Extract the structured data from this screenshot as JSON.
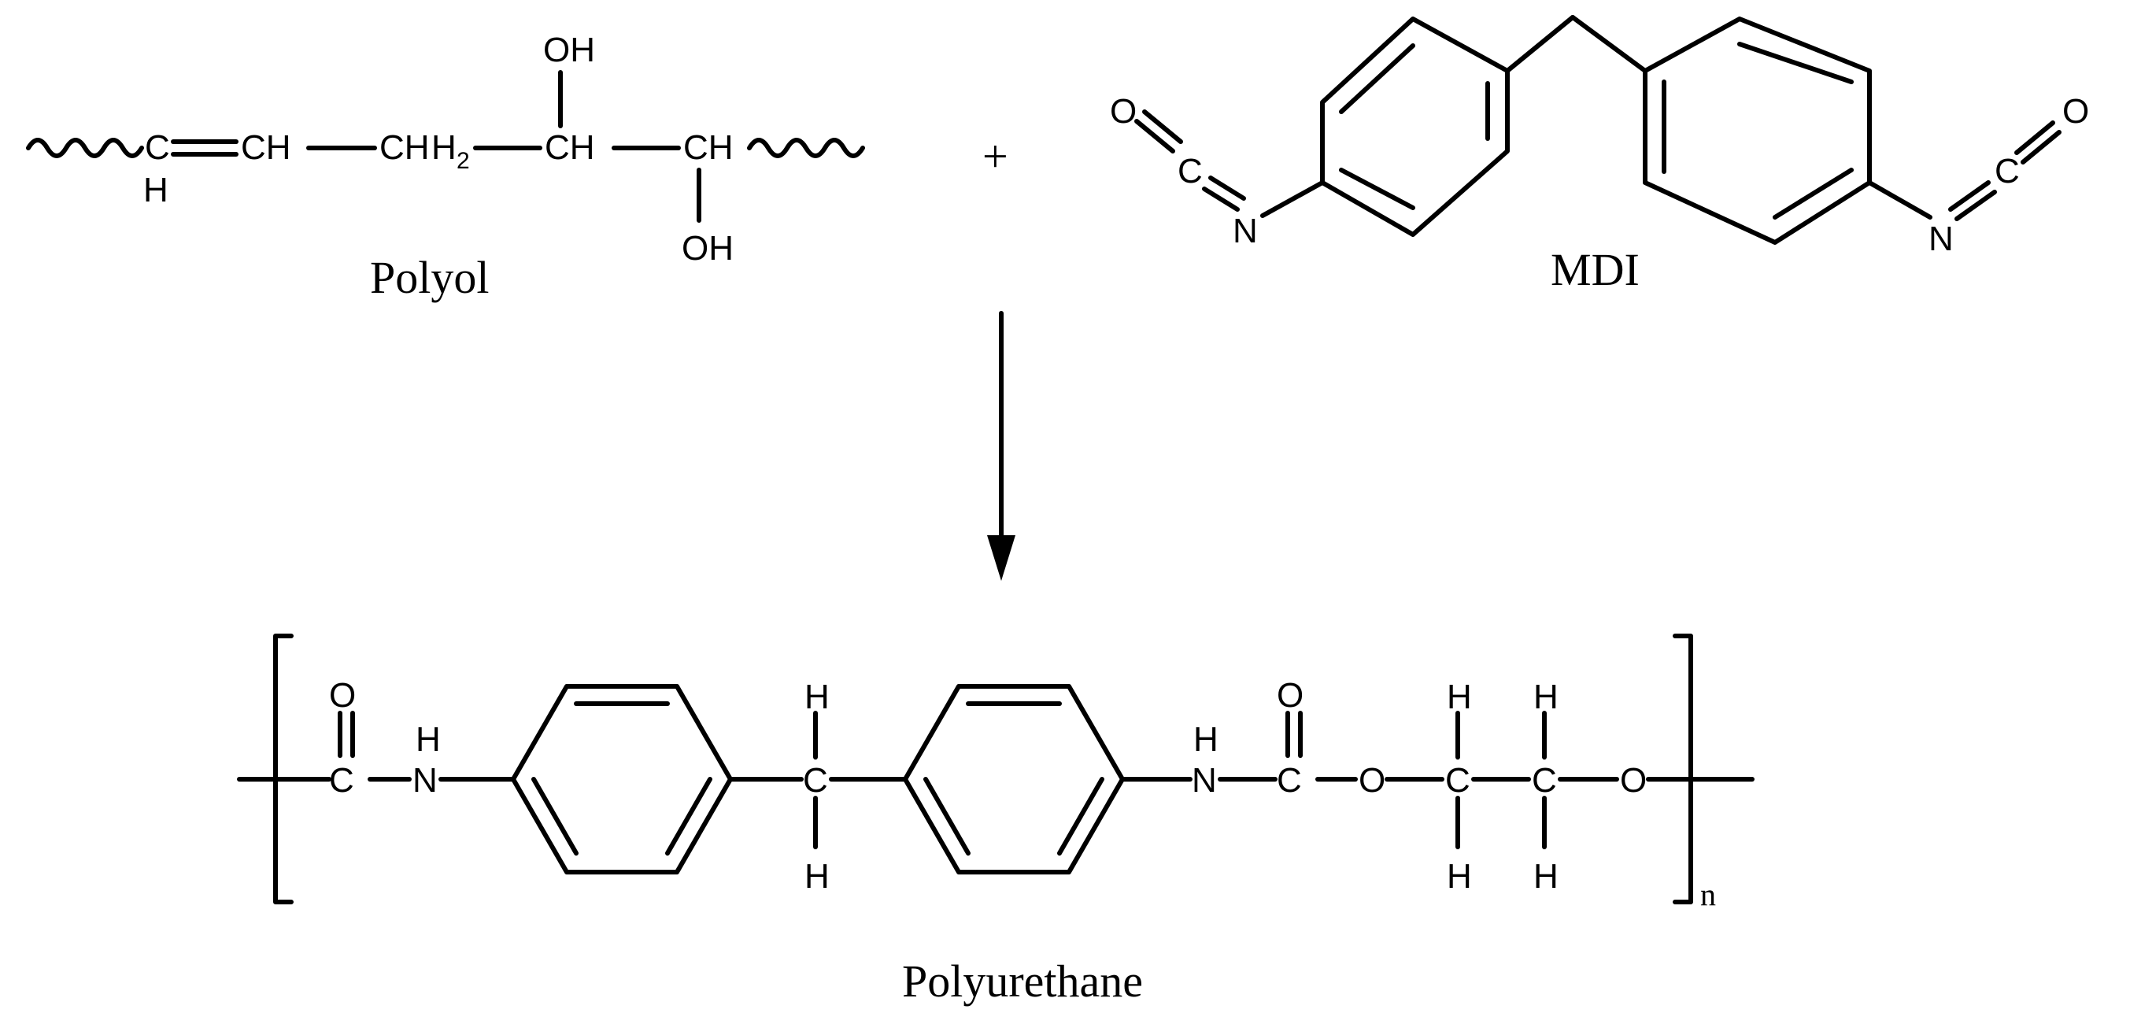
{
  "reactants": {
    "polyol": {
      "name": "Polyol",
      "atoms": {
        "c1": "C",
        "h1": "H",
        "c2": "CH",
        "c3": "CH",
        "h2": "H",
        "sub2": "2",
        "c4": "CH",
        "oh_top": "OH",
        "c5": "CH",
        "oh_bottom": "OH"
      }
    },
    "plus": "+",
    "mdi": {
      "name": "MDI",
      "atoms": {
        "o_left": "O",
        "c_left": "C",
        "n_left": "N",
        "n_right": "N",
        "c_right": "C",
        "o_right": "O"
      }
    }
  },
  "product": {
    "name": "Polyurethane",
    "repeat_index": "n",
    "atoms": {
      "o1": "O",
      "c1": "C",
      "h_nh1": "H",
      "n1": "N",
      "h_ch2_top": "H",
      "c_ch2": "C",
      "h_ch2_bottom": "H",
      "h_nh2": "H",
      "n2": "N",
      "o2": "O",
      "c2": "C",
      "o3": "O",
      "h_c3_top": "H",
      "c3": "C",
      "h_c3_bottom": "H",
      "h_c4_top": "H",
      "c4": "C",
      "h_c4_bottom": "H",
      "o4": "O"
    }
  },
  "colors": {
    "ink": "#000000",
    "background": "#ffffff"
  }
}
